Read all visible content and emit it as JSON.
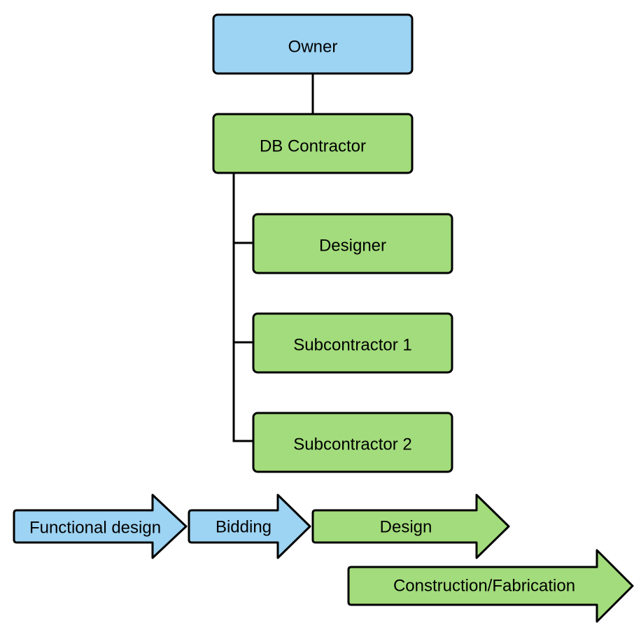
{
  "colors": {
    "blue": "#9dd3f3",
    "green": "#a3dc7c",
    "stroke": "#000000"
  },
  "org": {
    "owner": "Owner",
    "db_contractor": "DB Contractor",
    "designer": "Designer",
    "subcontractor_1": "Subcontractor 1",
    "subcontractor_2": "Subcontractor 2"
  },
  "phases": {
    "functional_design": "Functional design",
    "bidding": "Bidding",
    "design": "Design",
    "construction": "Construction/Fabrication"
  }
}
